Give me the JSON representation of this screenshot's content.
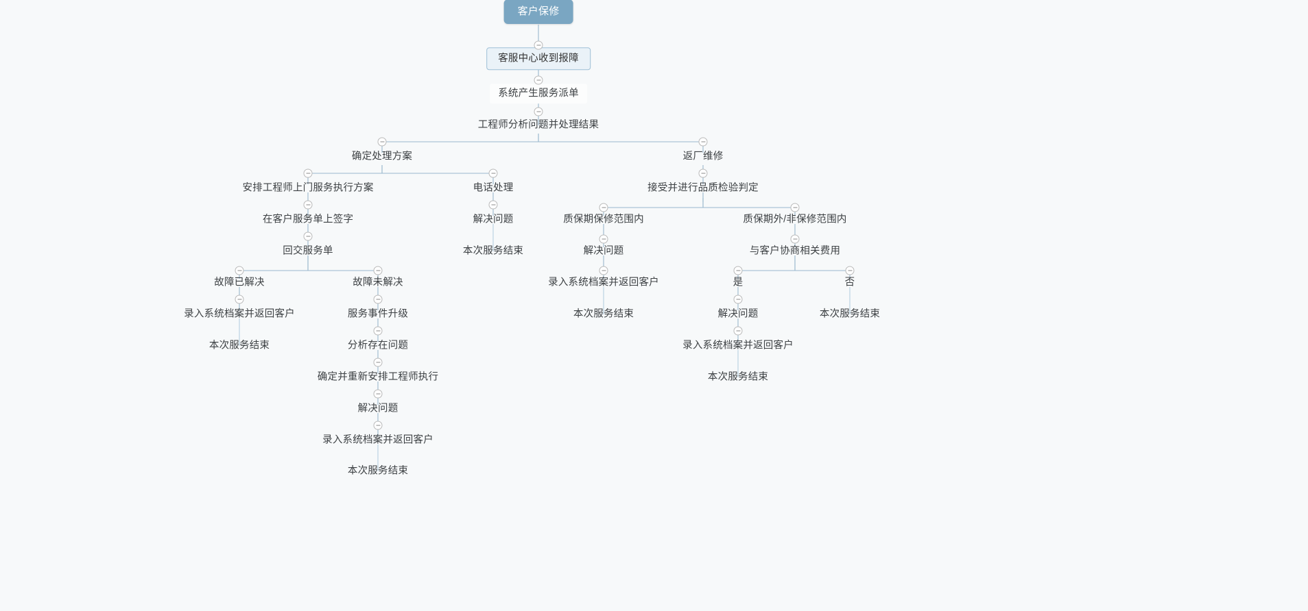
{
  "diagram": {
    "type": "mindmap",
    "title": "客户保修",
    "background_color": "#f7f9fa",
    "root_fill": "#7aa6c2",
    "root_text_color": "#ffffff",
    "level1_fill": "#eaf2f8",
    "level1_border": "#9dbfd6",
    "edge_color": "#9ab8cd",
    "toggle_icon": "collapse-minus-icon"
  },
  "nodes": {
    "n1": {
      "label": "客户保修",
      "level": 0
    },
    "n2": {
      "label": "客服中心收到报障",
      "level": 1
    },
    "n3": {
      "label": "系统产生服务派单",
      "level": 2
    },
    "n4": {
      "label": "工程师分析问题并处理结果",
      "level": 3
    },
    "n5": {
      "label": "确定处理方案",
      "level": 4
    },
    "n6": {
      "label": "安排工程师上门服务执行方案",
      "level": 5
    },
    "n7": {
      "label": "在客户服务单上签字",
      "level": 6
    },
    "n8": {
      "label": "回交服务单",
      "level": 7
    },
    "n9": {
      "label": "故障已解决",
      "level": 8
    },
    "n10": {
      "label": "录入系统档案并返回客户",
      "level": 9
    },
    "n11": {
      "label": "本次服务结束",
      "level": 10
    },
    "n12": {
      "label": "故障未解决",
      "level": 8
    },
    "n13": {
      "label": "服务事件升级",
      "level": 9
    },
    "n14": {
      "label": "分析存在问题",
      "level": 10
    },
    "n15": {
      "label": "确定并重新安排工程师执行",
      "level": 11
    },
    "n16": {
      "label": "解决问题",
      "level": 12
    },
    "n17": {
      "label": "录入系统档案并返回客户",
      "level": 13
    },
    "n18": {
      "label": "本次服务结束",
      "level": 14
    },
    "n19": {
      "label": "电话处理",
      "level": 5
    },
    "n20": {
      "label": "解决问题",
      "level": 6
    },
    "n21": {
      "label": "本次服务结束",
      "level": 7
    },
    "n22": {
      "label": "返厂维修",
      "level": 4
    },
    "n23": {
      "label": "接受并进行品质检验判定",
      "level": 5
    },
    "n24": {
      "label": "质保期保修范围内",
      "level": 6
    },
    "n25": {
      "label": "解决问题",
      "level": 7
    },
    "n26": {
      "label": "录入系统档案并返回客户",
      "level": 8
    },
    "n27": {
      "label": "本次服务结束",
      "level": 9
    },
    "n28": {
      "label": "质保期外/非保修范围内",
      "level": 6
    },
    "n29": {
      "label": "与客户协商相关费用",
      "level": 7
    },
    "n30": {
      "label": "是",
      "level": 8
    },
    "n31": {
      "label": "解决问题",
      "level": 9
    },
    "n32": {
      "label": "录入系统档案并返回客户",
      "level": 10
    },
    "n33": {
      "label": "本次服务结束",
      "level": 11
    },
    "n34": {
      "label": "否",
      "level": 8
    },
    "n35": {
      "label": "本次服务结束",
      "level": 9
    }
  },
  "edges": [
    [
      "n1",
      "n2"
    ],
    [
      "n2",
      "n3"
    ],
    [
      "n3",
      "n4"
    ],
    [
      "n4",
      "n5"
    ],
    [
      "n4",
      "n22"
    ],
    [
      "n5",
      "n6"
    ],
    [
      "n5",
      "n19"
    ],
    [
      "n6",
      "n7"
    ],
    [
      "n7",
      "n8"
    ],
    [
      "n8",
      "n9"
    ],
    [
      "n8",
      "n12"
    ],
    [
      "n9",
      "n10"
    ],
    [
      "n10",
      "n11"
    ],
    [
      "n12",
      "n13"
    ],
    [
      "n13",
      "n14"
    ],
    [
      "n14",
      "n15"
    ],
    [
      "n15",
      "n16"
    ],
    [
      "n16",
      "n17"
    ],
    [
      "n17",
      "n18"
    ],
    [
      "n19",
      "n20"
    ],
    [
      "n20",
      "n21"
    ],
    [
      "n22",
      "n23"
    ],
    [
      "n23",
      "n24"
    ],
    [
      "n23",
      "n28"
    ],
    [
      "n24",
      "n25"
    ],
    [
      "n25",
      "n26"
    ],
    [
      "n26",
      "n27"
    ],
    [
      "n28",
      "n29"
    ],
    [
      "n29",
      "n30"
    ],
    [
      "n29",
      "n34"
    ],
    [
      "n30",
      "n31"
    ],
    [
      "n31",
      "n32"
    ],
    [
      "n32",
      "n33"
    ],
    [
      "n34",
      "n35"
    ]
  ]
}
